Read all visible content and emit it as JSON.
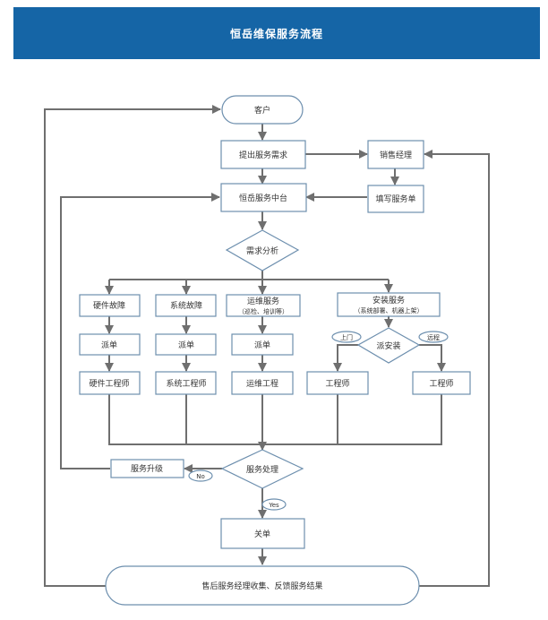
{
  "header": {
    "title": "恒岳维保服务流程"
  },
  "nodes": {
    "customer": "客户",
    "submit_request": "提出服务需求",
    "sales_manager": "销售经理",
    "service_center": "恒岳服务中台",
    "fill_order": "填写服务单",
    "demand_analysis": "需求分析",
    "hardware_fault": "硬件故障",
    "system_fault": "系统故障",
    "ops_service_line1": "运维服务",
    "ops_service_line2": "（巡检、培训等）",
    "install_service_line1": "安装服务",
    "install_service_line2": "（系统部署、机器上架）",
    "dispatch_1": "派单",
    "dispatch_2": "派单",
    "dispatch_3": "派单",
    "dispatch_install": "派安装",
    "hardware_engineer": "硬件工程师",
    "system_engineer": "系统工程师",
    "ops_engineer": "运维工程",
    "engineer_1": "工程师",
    "engineer_2": "工程师",
    "service_upgrade": "服务升级",
    "service_handling": "服务处理",
    "close_order": "关单",
    "feedback": "售后服务经理收集、反馈服务结果"
  },
  "labels": {
    "onsite": "上门",
    "remote": "远程",
    "no": "No",
    "yes": "Yes"
  }
}
